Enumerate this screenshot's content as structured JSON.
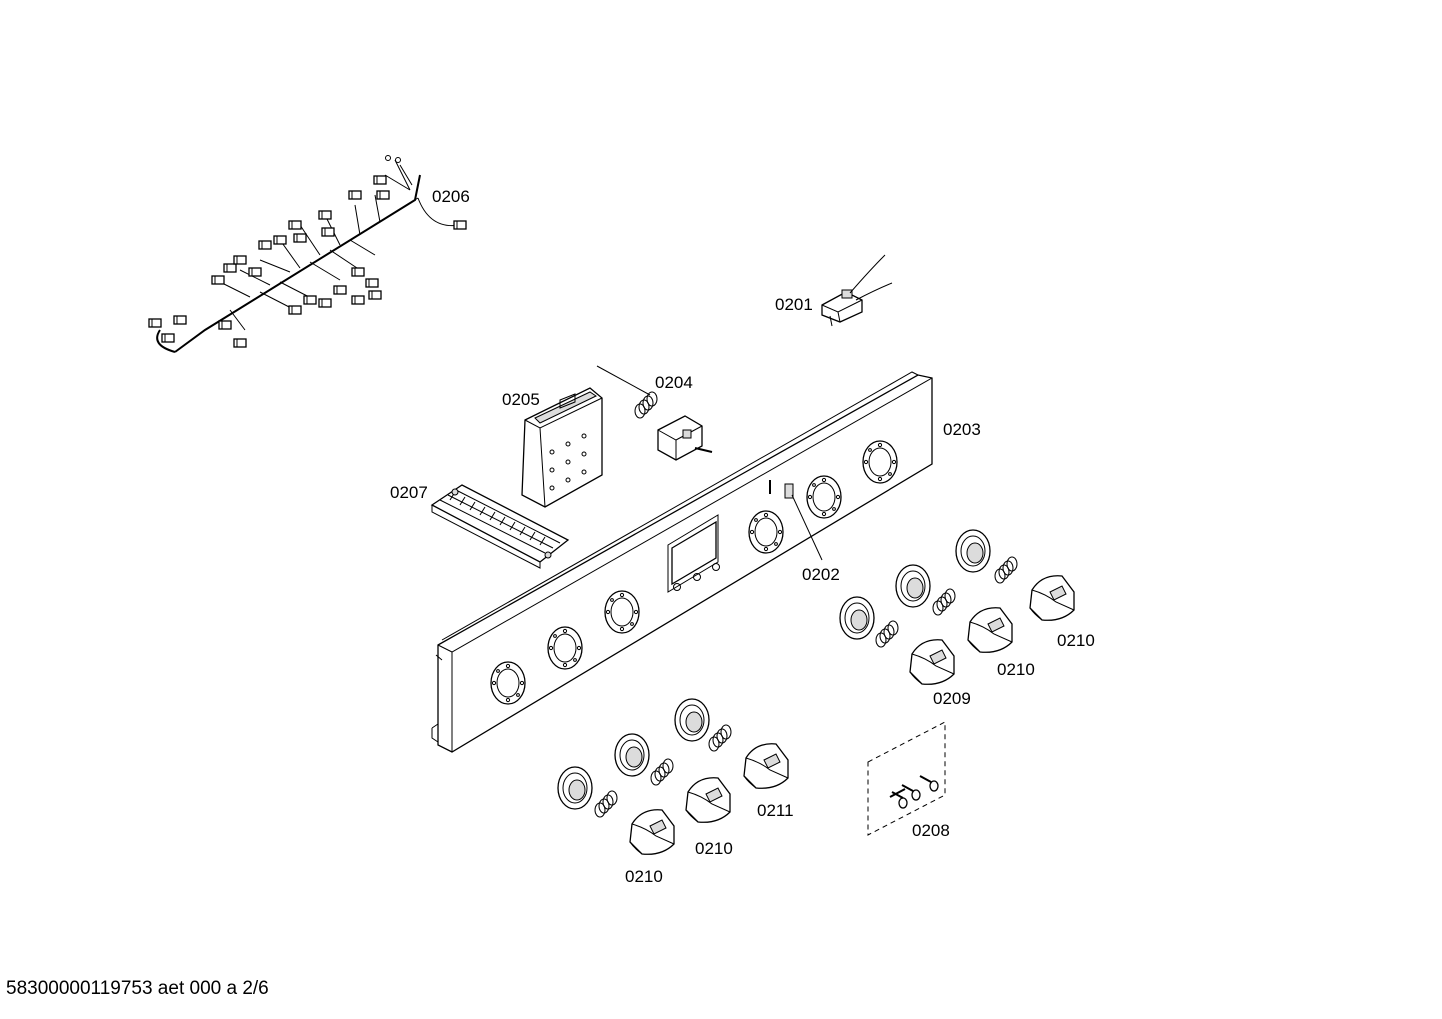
{
  "footer": {
    "doc_code": "58300000119753 aet 000 a 2/6"
  },
  "parts": {
    "p0201": "0201",
    "p0202": "0202",
    "p0203": "0203",
    "p0204": "0204",
    "p0205": "0205",
    "p0206": "0206",
    "p0207": "0207",
    "p0208": "0208",
    "p0209": "0209",
    "p0210": "0210",
    "p0211": "0211"
  }
}
